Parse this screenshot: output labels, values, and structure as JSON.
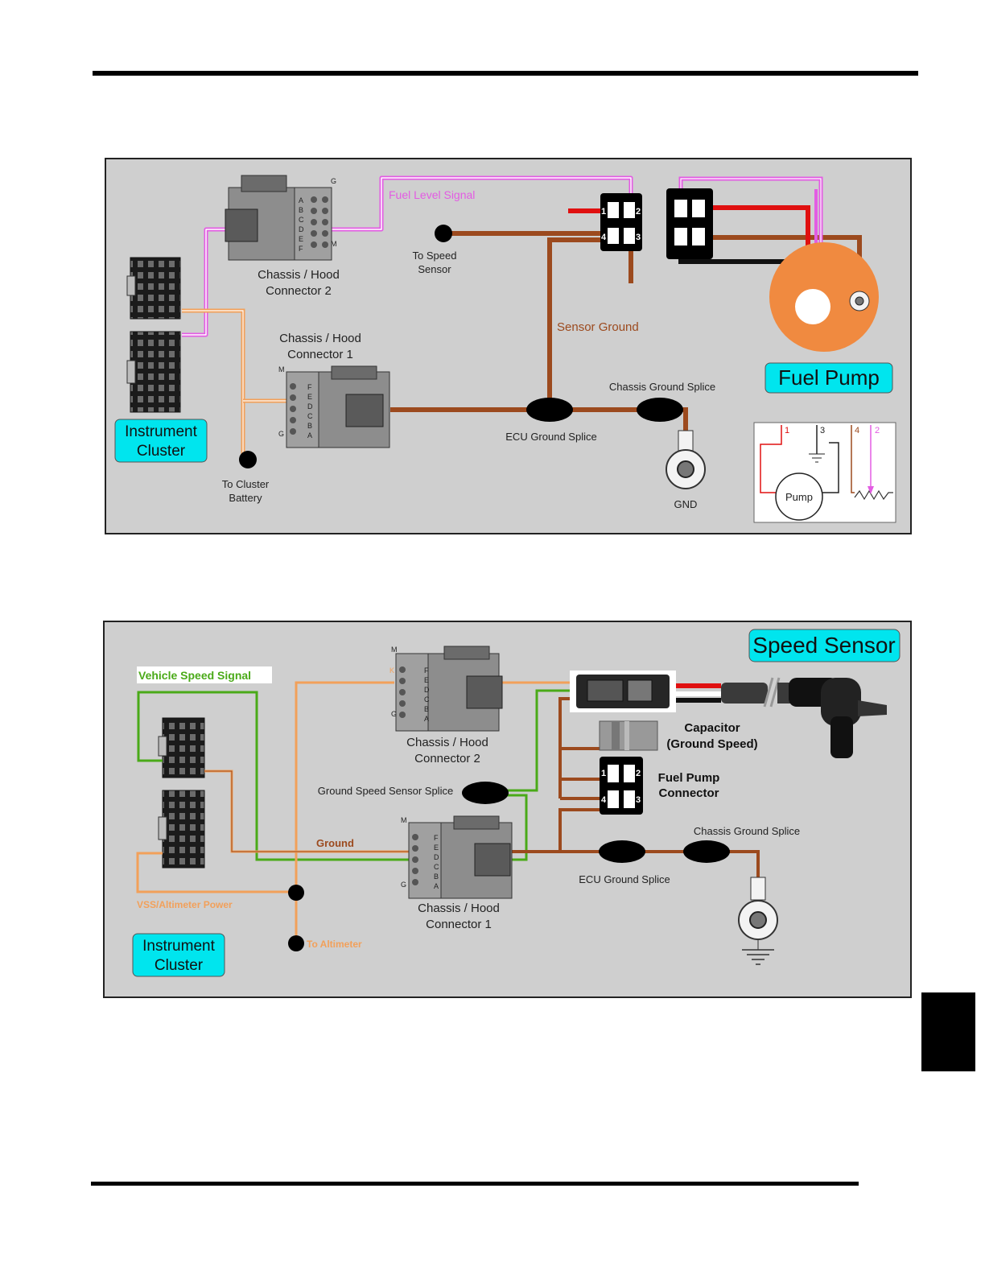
{
  "diagram1": {
    "fuel_level_signal": "Fuel Level Signal",
    "to_speed_sensor": [
      "To Speed",
      "Sensor"
    ],
    "chassis_hood_connector_2": [
      "Chassis / Hood",
      "Connector 2"
    ],
    "chassis_hood_connector_1": [
      "Chassis / Hood",
      "Connector 1"
    ],
    "sensor_ground": "Sensor Ground",
    "chassis_ground_splice": "Chassis Ground Splice",
    "ecu_ground_splice": "ECU Ground Splice",
    "gnd": "GND",
    "to_cluster_battery": [
      "To Cluster",
      "Battery"
    ],
    "instrument_cluster": [
      "Instrument",
      "Cluster"
    ],
    "fuel_pump": "Fuel Pump",
    "pump_label": "Pump",
    "pins": {
      "p1": "1",
      "p2": "2",
      "p3": "3",
      "p4": "4"
    },
    "conn_letters_top": [
      "A",
      "B",
      "C",
      "D",
      "E",
      "F"
    ],
    "conn_letters_bottom": [
      "F",
      "E",
      "D",
      "C",
      "B",
      "A"
    ],
    "pin_g": "G",
    "pin_m": "M"
  },
  "diagram2": {
    "speed_sensor": "Speed Sensor",
    "vehicle_speed_signal": "Vehicle Speed Signal",
    "chassis_hood_connector_2": [
      "Chassis / Hood",
      "Connector 2"
    ],
    "chassis_hood_connector_1": [
      "Chassis / Hood",
      "Connector 1"
    ],
    "capacitor": [
      "Capacitor",
      "(Ground Speed)"
    ],
    "fuel_pump_connector": [
      "Fuel Pump",
      "Connector"
    ],
    "ground_speed_sensor_splice": "Ground Speed Sensor Splice",
    "ground": "Ground",
    "chassis_ground_splice": "Chassis Ground Splice",
    "ecu_ground_splice": "ECU Ground Splice",
    "vss_altimeter_power": "VSS/Altimeter Power",
    "to_altimeter": "To Altimeter",
    "instrument_cluster": [
      "Instrument",
      "Cluster"
    ],
    "pin_k": "K"
  },
  "colors": {
    "panel": "#cfcfcf",
    "brown": "#9c4a1e",
    "orange": "#f2a05a",
    "magenta": "#e35ce3",
    "green": "#4aaa18",
    "red": "#e01010",
    "cyan": "#00e5ee",
    "pump": "#f08a40"
  }
}
